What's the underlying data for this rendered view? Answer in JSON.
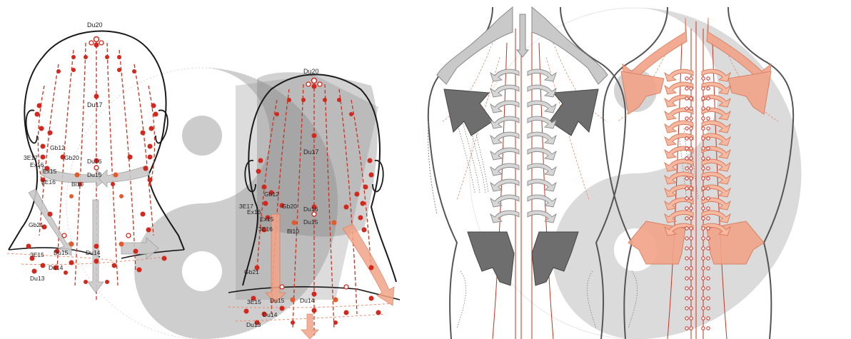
{
  "colors": {
    "point_red": "#d2281e",
    "point_orange": "#e35b2c",
    "meridian_red": "#c8321e",
    "meridian_salmon": "#e38c70",
    "arrow_gray": "#c9c9c9",
    "arrow_dark": "#6e6e6e",
    "arrow_salmon": "#f2a488",
    "yinyang_gray": "#c6c6c6",
    "outline": "#1a1a1a"
  },
  "panels": {
    "head_left": {
      "labels": {
        "du20": "Du20",
        "du17": "Du17",
        "gb12": "Gb12",
        "threeE17": "3E17",
        "gb20": "Gb20",
        "ex16": "Ex16",
        "du16": "Du16",
        "ex15": "Ex15",
        "du15": "Du15",
        "threeE16": "3E16",
        "bl10": "Bl10",
        "gb21": "Gb21",
        "threeE15": "3E15",
        "du15b": "Du15",
        "du14": "Du14",
        "du14b": "Du14",
        "du13": "Du13"
      }
    },
    "head_right": {
      "labels": {
        "du20": "Du20",
        "du17": "Du17",
        "gb12": "Gb12",
        "threeE17": "3E17",
        "gb20": "Gb20",
        "ex16": "Ex16",
        "du16": "Du16",
        "ex15": "Ex15",
        "du15": "Du15",
        "threeE16": "3E16",
        "bl10": "Bl10",
        "gb21": "Gb21",
        "threeE15": "3E15",
        "du15b": "Du15",
        "du14": "Du14",
        "du14b": "Du14",
        "du13": "Du13"
      }
    },
    "back_left": {},
    "back_right": {}
  }
}
